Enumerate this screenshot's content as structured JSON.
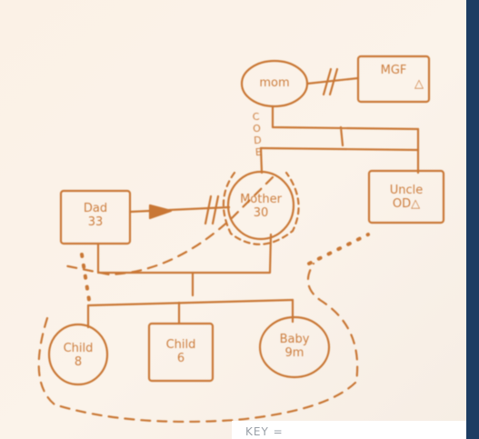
{
  "diagram": {
    "nodes": {
      "mom": {
        "lines": [
          "mom"
        ]
      },
      "mgf": {
        "lines": [
          "MGF",
          "△"
        ]
      },
      "mother": {
        "lines": [
          "Mother",
          "30"
        ]
      },
      "uncle": {
        "lines": [
          "Uncle",
          "OD△"
        ]
      },
      "dad": {
        "lines": [
          "Dad",
          "33"
        ]
      },
      "child1": {
        "lines": [
          "Child",
          "8"
        ]
      },
      "child2": {
        "lines": [
          "Child",
          "6"
        ]
      },
      "baby": {
        "lines": [
          "Baby",
          "9m"
        ]
      }
    },
    "side_annotation": "CODE",
    "key_label": "KEY ="
  },
  "colors": {
    "ink": "#c46a22",
    "paper": "#fbf1e6",
    "frame": "#1d3d63"
  }
}
